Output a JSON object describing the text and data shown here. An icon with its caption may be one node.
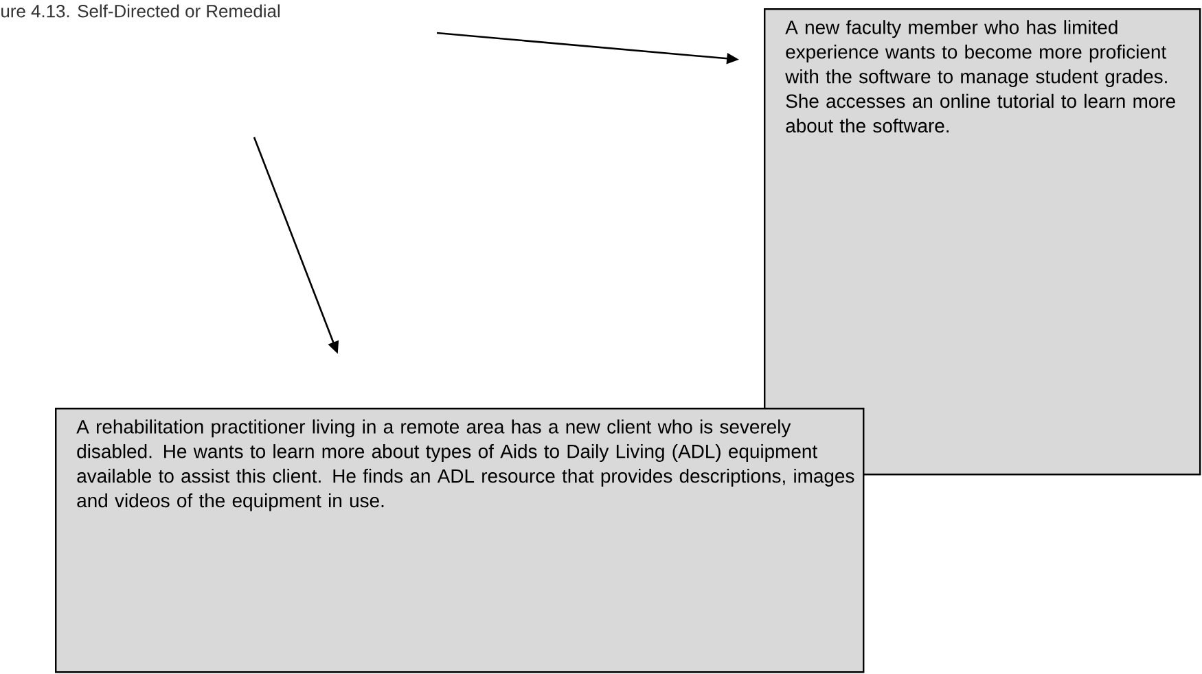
{
  "diagram": {
    "title": "ure 4.13. Self-Directed or Remedial",
    "nodes": [
      {
        "text": [
          "A new faculty member who has limited experience wants to become more proficient with the software to manage student grades. She accesses an online tutorial to learn more about the software."
        ]
      },
      {
        "text": [
          "A rehabilitation practitioner living in a remote area has a new client who is severely disabled. He wants to learn more about types of Aids to Daily Living (ADL) equipment available to assist this client. He finds an ADL resource that provides descriptions, images and videos of the equipment in use."
        ]
      }
    ],
    "edges": [
      {
        "from": null,
        "to": 0,
        "arrow": "to"
      },
      {
        "from": null,
        "to": 1,
        "arrow": "to"
      }
    ]
  }
}
